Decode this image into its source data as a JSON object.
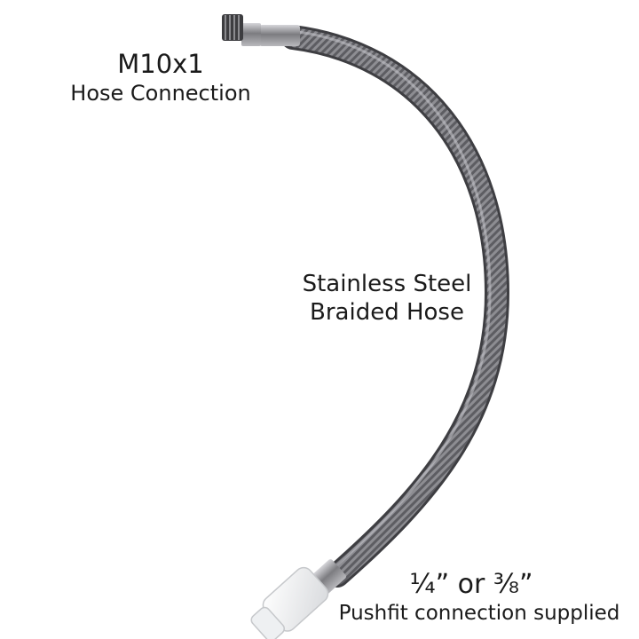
{
  "labels": {
    "thread_size": "M10x1",
    "hose_connection": "Hose Connection",
    "hose_line1": "Stainless Steel",
    "hose_line2": "Braided Hose",
    "pipe_size": "¼” or ⅜”",
    "pushfit": "Pushfit connection supplied"
  },
  "colors": {
    "background": "#ffffff",
    "text": "#1a1a1a",
    "hose_braid": "#6e6e72",
    "fitting_chrome": "#9a9a9e",
    "pushfit_body": "#f2f2f2"
  }
}
